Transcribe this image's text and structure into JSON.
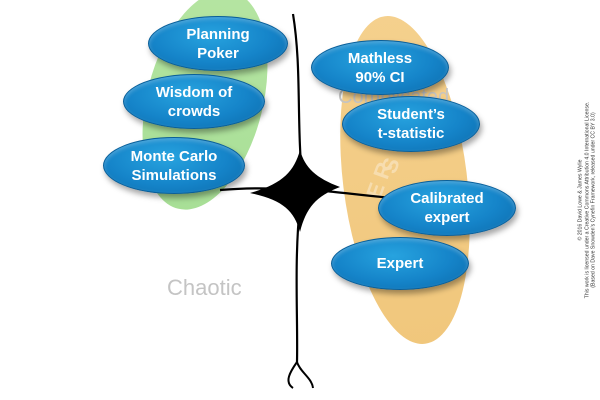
{
  "diagram": {
    "domains": [
      {
        "id": "chaotic",
        "label": "Chaotic"
      },
      {
        "id": "complicated",
        "label": "Complicated"
      }
    ],
    "nodes": [
      {
        "id": "planning-poker",
        "label": "Planning\nPoker"
      },
      {
        "id": "wisdom-of-crowds",
        "label": "Wisdom of\ncrowds"
      },
      {
        "id": "monte-carlo-simulations",
        "label": "Monte Carlo\nSimulations"
      },
      {
        "id": "mathless-90-ci",
        "label": "Mathless\n90% CI"
      },
      {
        "id": "students-t-statistic",
        "label": "Student’s\nt-statistic"
      },
      {
        "id": "calibrated-expert",
        "label": "Calibrated\nexpert"
      },
      {
        "id": "expert",
        "label": "Expert"
      }
    ],
    "groups": [
      {
        "id": "left-group",
        "color": "#9fdc8a"
      },
      {
        "id": "right-group",
        "color": "#f0c070"
      }
    ],
    "license": [
      "© 2016 David Lowe & James Wylie",
      "This work is licensed under a Creative Commons Attribution 4.0 International License.",
      "(Based on Dave Snowden’s Cynefin Framework, released under CC BY 3.0)"
    ]
  },
  "colors": {
    "node_fill": "#1584c9",
    "connector": "#000000",
    "domain_text": "#c4c4c4"
  }
}
